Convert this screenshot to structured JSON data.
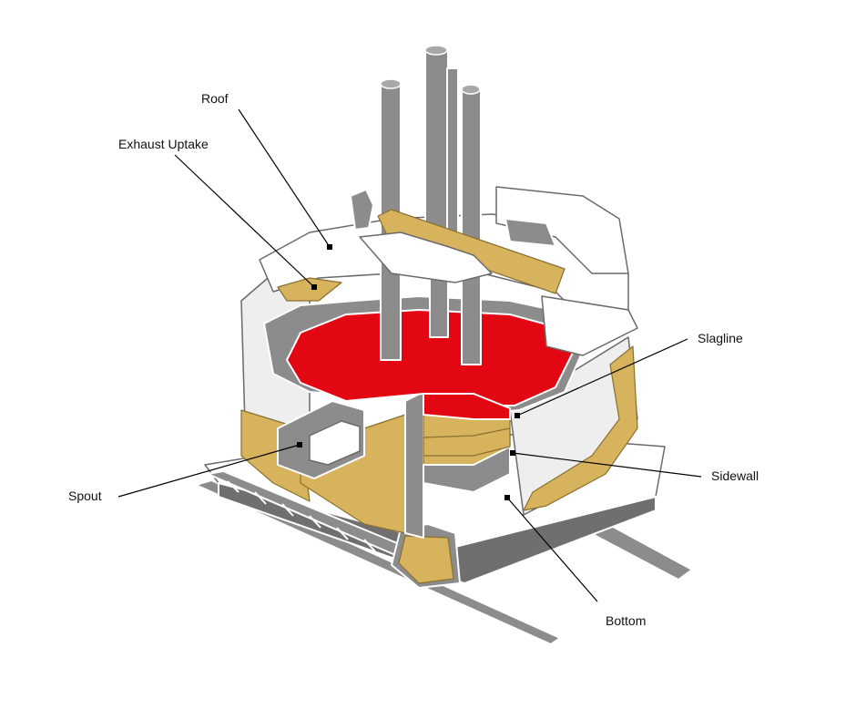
{
  "labels": {
    "roof": "Roof",
    "exhaust_uptake": "Exhaust Uptake",
    "slagline": "Slagline",
    "sidewall": "Sidewall",
    "spout": "Spout",
    "bottom": "Bottom"
  },
  "colors": {
    "molten_bath": "#e30613",
    "refractory": "#d7b35e",
    "steel_shell": "#8c8c8c",
    "roof_panels": "#ffffff"
  }
}
